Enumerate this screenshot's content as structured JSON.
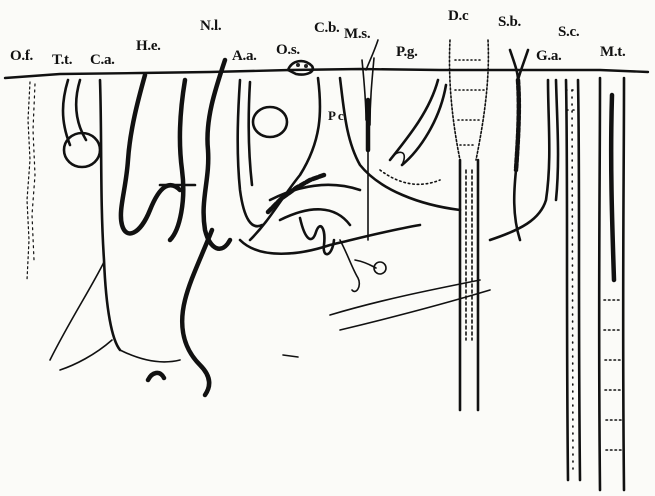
{
  "labels": {
    "of": "O.f.",
    "tt": "T.t.",
    "ca": "C.a.",
    "he": "H.e.",
    "nl": "N.l.",
    "aa": "A.a.",
    "os": "O.s.",
    "cb": "C.b.",
    "ms": "M.s.",
    "pg": "P.g.",
    "pc": "P c.",
    "dc": "D.c",
    "sb": "S.b.",
    "ga": "G.a.",
    "sc": "S.c.",
    "mt": "M.t."
  }
}
